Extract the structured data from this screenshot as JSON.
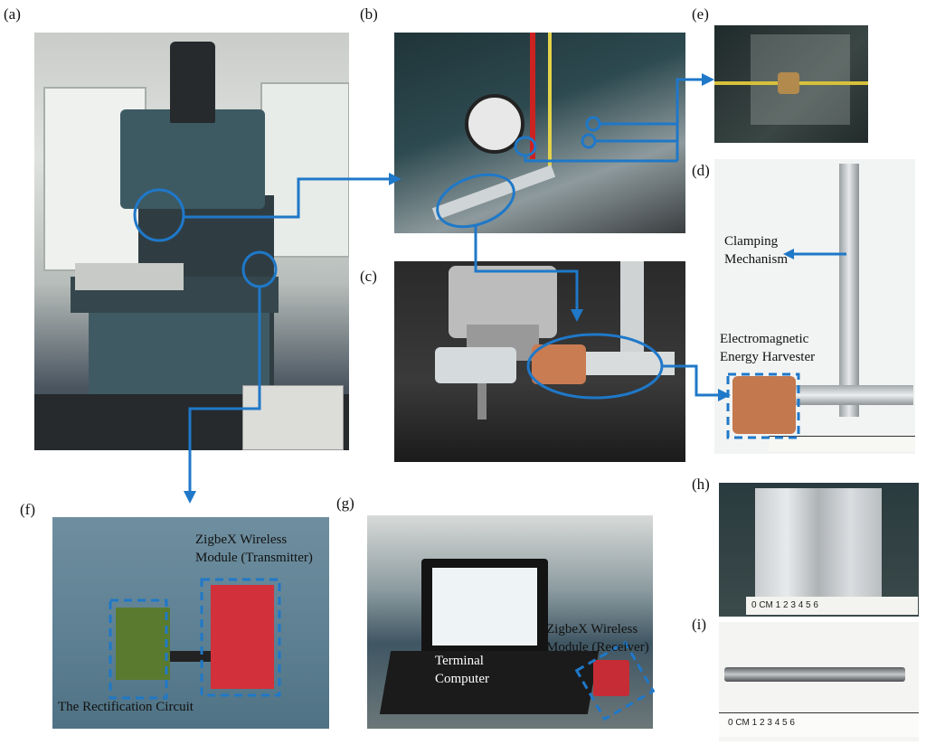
{
  "panel_labels": {
    "a": "(a)",
    "b": "(b)",
    "c": "(c)",
    "d": "(d)",
    "e": "(e)",
    "f": "(f)",
    "g": "(g)",
    "h": "(h)",
    "i": "(i)"
  },
  "annotations": {
    "clamping_line1": "Clamping",
    "clamping_line2": "Mechanism",
    "harvester_line1": "Electromagnetic",
    "harvester_line2": "Energy Harvester",
    "transmitter_line1": "ZigbeX Wireless",
    "transmitter_line2": "Module (Transmitter)",
    "rectification": "The Rectification Circuit",
    "terminal_line1": "Terminal",
    "terminal_line2": "Computer",
    "receiver_line1": "ZigbeX Wireless",
    "receiver_line2": "Module (Receiver)"
  },
  "ruler_h": "0 CM 1   2   3   4   5   6",
  "ruler_i": "0 CM 1   2   3   4   5   6",
  "colors": {
    "annotation_blue": "#1f78c8",
    "background": "#ffffff"
  }
}
